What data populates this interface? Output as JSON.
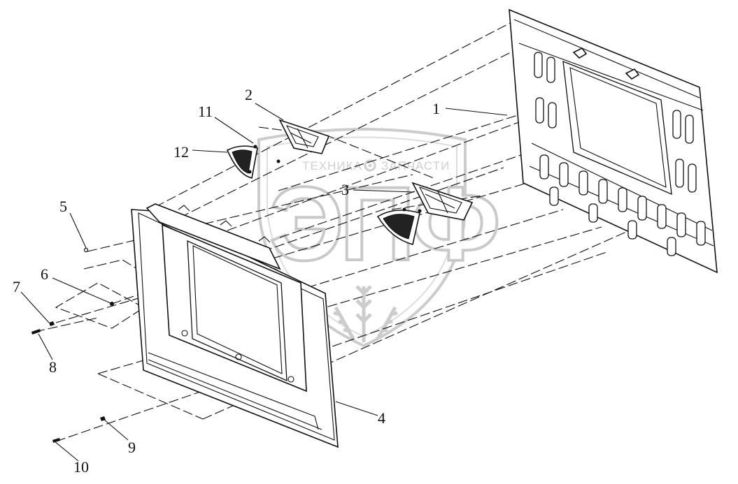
{
  "watermark": {
    "line1_left": "ТЕХНИКА",
    "line1_right": "ЗАПЧАСТИ",
    "big": "ЭПФ",
    "gear": "gear-icon"
  },
  "callouts": [
    {
      "id": "c1",
      "label": "1"
    },
    {
      "id": "c2",
      "label": "2"
    },
    {
      "id": "c3",
      "label": "3"
    },
    {
      "id": "c4",
      "label": "4"
    },
    {
      "id": "c5",
      "label": "5"
    },
    {
      "id": "c6",
      "label": "6"
    },
    {
      "id": "c7",
      "label": "7"
    },
    {
      "id": "c8",
      "label": "8"
    },
    {
      "id": "c9",
      "label": "9"
    },
    {
      "id": "c10",
      "label": "10"
    },
    {
      "id": "c11",
      "label": "11"
    },
    {
      "id": "c12",
      "label": "12"
    }
  ]
}
